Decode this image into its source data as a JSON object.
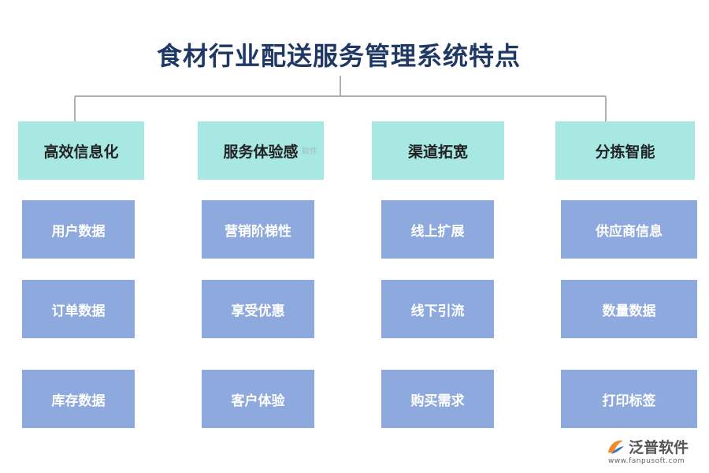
{
  "title": "食材行业配送服务管理系统特点",
  "columns": [
    {
      "heading": "高效信息化",
      "items": [
        "用户数据",
        "订单数据",
        "库存数据"
      ]
    },
    {
      "heading": "服务体验感",
      "items": [
        "营销阶梯性",
        "享受优惠",
        "客户体验"
      ]
    },
    {
      "heading": "渠道拓宽",
      "items": [
        "线上扩展",
        "线下引流",
        "购买需求"
      ]
    },
    {
      "heading": "分拣智能",
      "items": [
        "供应商信息",
        "数量数据",
        "打印标签"
      ]
    }
  ],
  "watermark": {
    "brand": "泛普软件",
    "url": "www.fanpusoft.com",
    "overlay_text": "软件"
  },
  "colors": {
    "title": "#1f3864",
    "category_fill": "#a8e8e2",
    "item_fill": "#8ea9de",
    "connector": "#b0b0b0"
  }
}
